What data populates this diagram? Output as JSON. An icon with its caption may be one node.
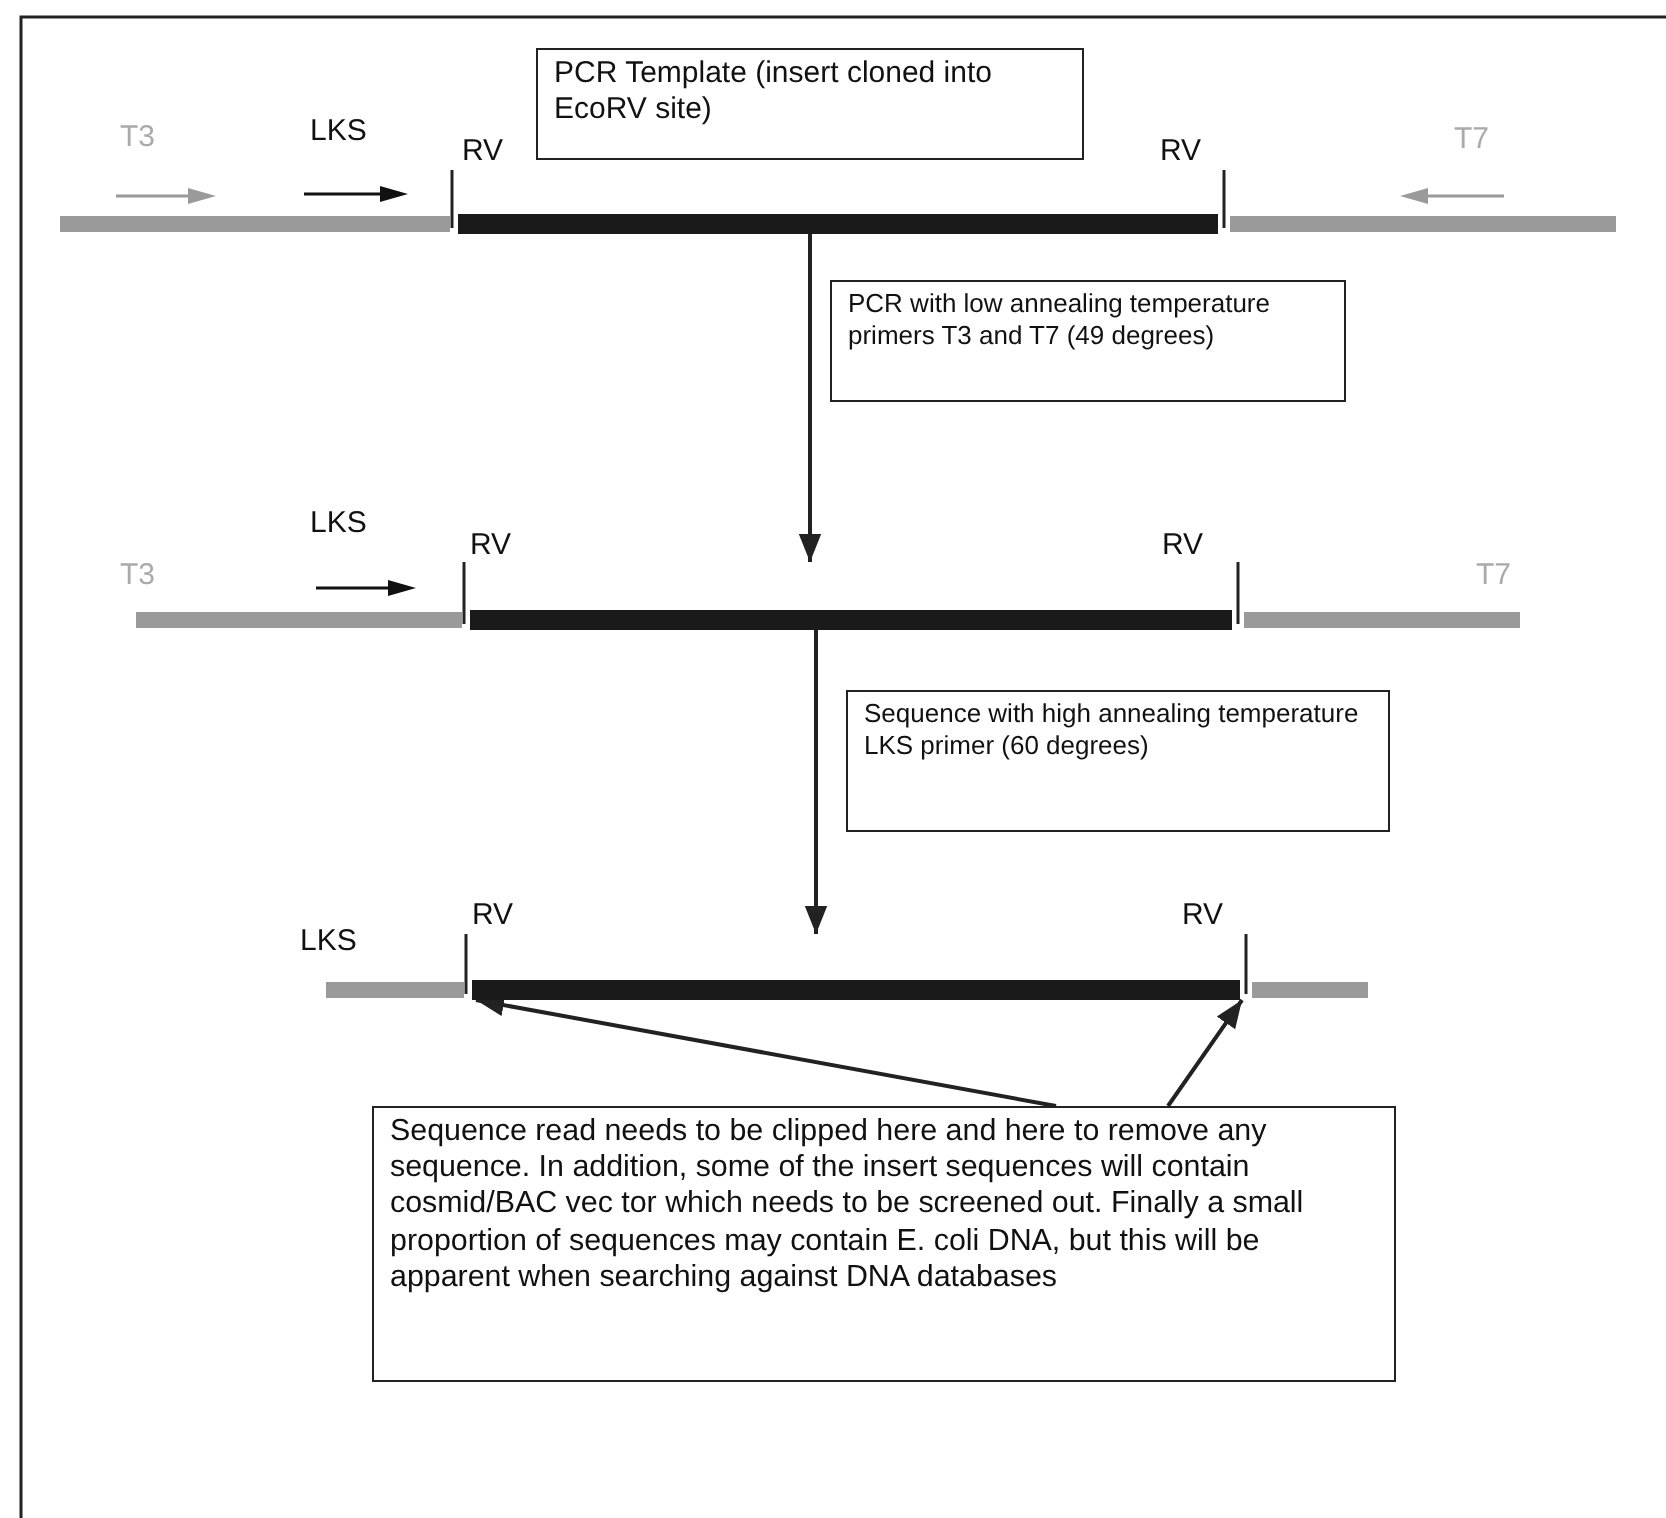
{
  "diagram": {
    "nodes": [
      {
        "text": [
          "PCR Template (insert cloned into EcoRV site)"
        ]
      },
      {
        "text": [],
        "shape": "bar"
      },
      {
        "text": [
          "PCR with low annealing temperature primers T3 and T7 (49 degrees)"
        ]
      },
      {
        "text": [],
        "shape": "bar"
      },
      {
        "text": [
          "Sequence with high annealing temperature LKS primer (60 degrees)"
        ]
      },
      {
        "text": [],
        "shape": "bar"
      },
      {
        "text": [
          "Sequence read needs to be clipped here and here to remove any sequence. In addition, some of the insert sequences will contain cosmid/BAC vec tor which needs to be screened out. Finally a small proportion of sequences may contain E. coli DNA, but this will be apparent when searching against DNA databases"
        ]
      }
    ],
    "edges": [
      {
        "from": 1,
        "to": 3,
        "arrow": "to"
      },
      {
        "from": 3,
        "to": 5,
        "arrow": "to"
      },
      {
        "from": 6,
        "to": 5,
        "arrow": "to"
      },
      {
        "from": 6,
        "to": 5,
        "arrow": "to"
      }
    ],
    "labels": [
      "T3",
      "LKS",
      "RV",
      "RV",
      "T7",
      "T3",
      "LKS",
      "RV",
      "RV",
      "T7",
      "LKS",
      "RV",
      "RV"
    ]
  }
}
